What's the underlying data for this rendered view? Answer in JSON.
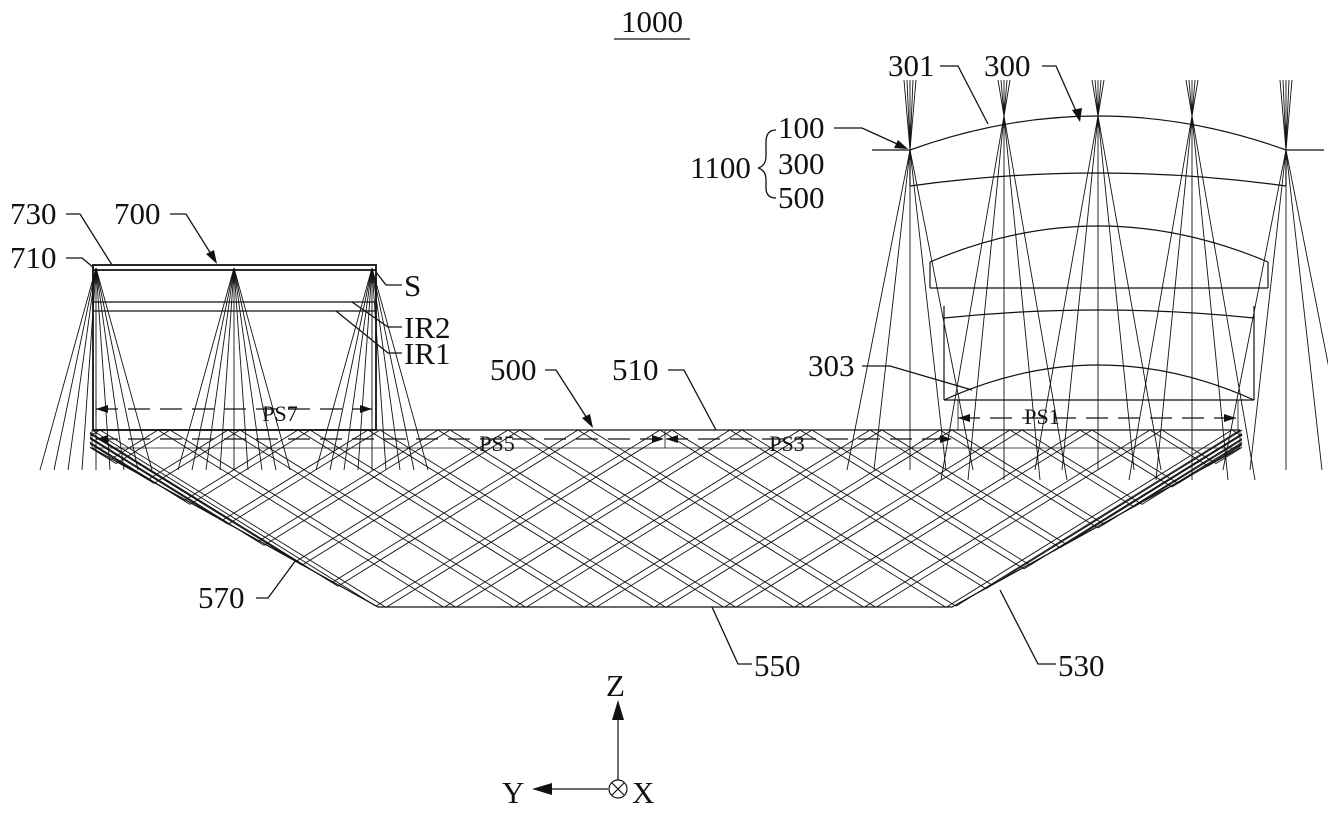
{
  "figure": {
    "title": "1000",
    "group_label": "1100",
    "group_items": [
      "100",
      "300",
      "500"
    ],
    "labels": {
      "l301": "301",
      "l300": "300",
      "l730": "730",
      "l700": "700",
      "l710": "710",
      "lS": "S",
      "lIR2": "IR2",
      "lIR1": "IR1",
      "l500": "500",
      "l510": "510",
      "l303": "303",
      "l570": "570",
      "l550": "550",
      "l530": "530"
    },
    "spans": {
      "ps7": "PS7",
      "ps5": "PS5",
      "ps3": "PS3",
      "ps1": "PS1"
    },
    "axes": {
      "z": "Z",
      "y": "Y",
      "x": "X"
    }
  }
}
